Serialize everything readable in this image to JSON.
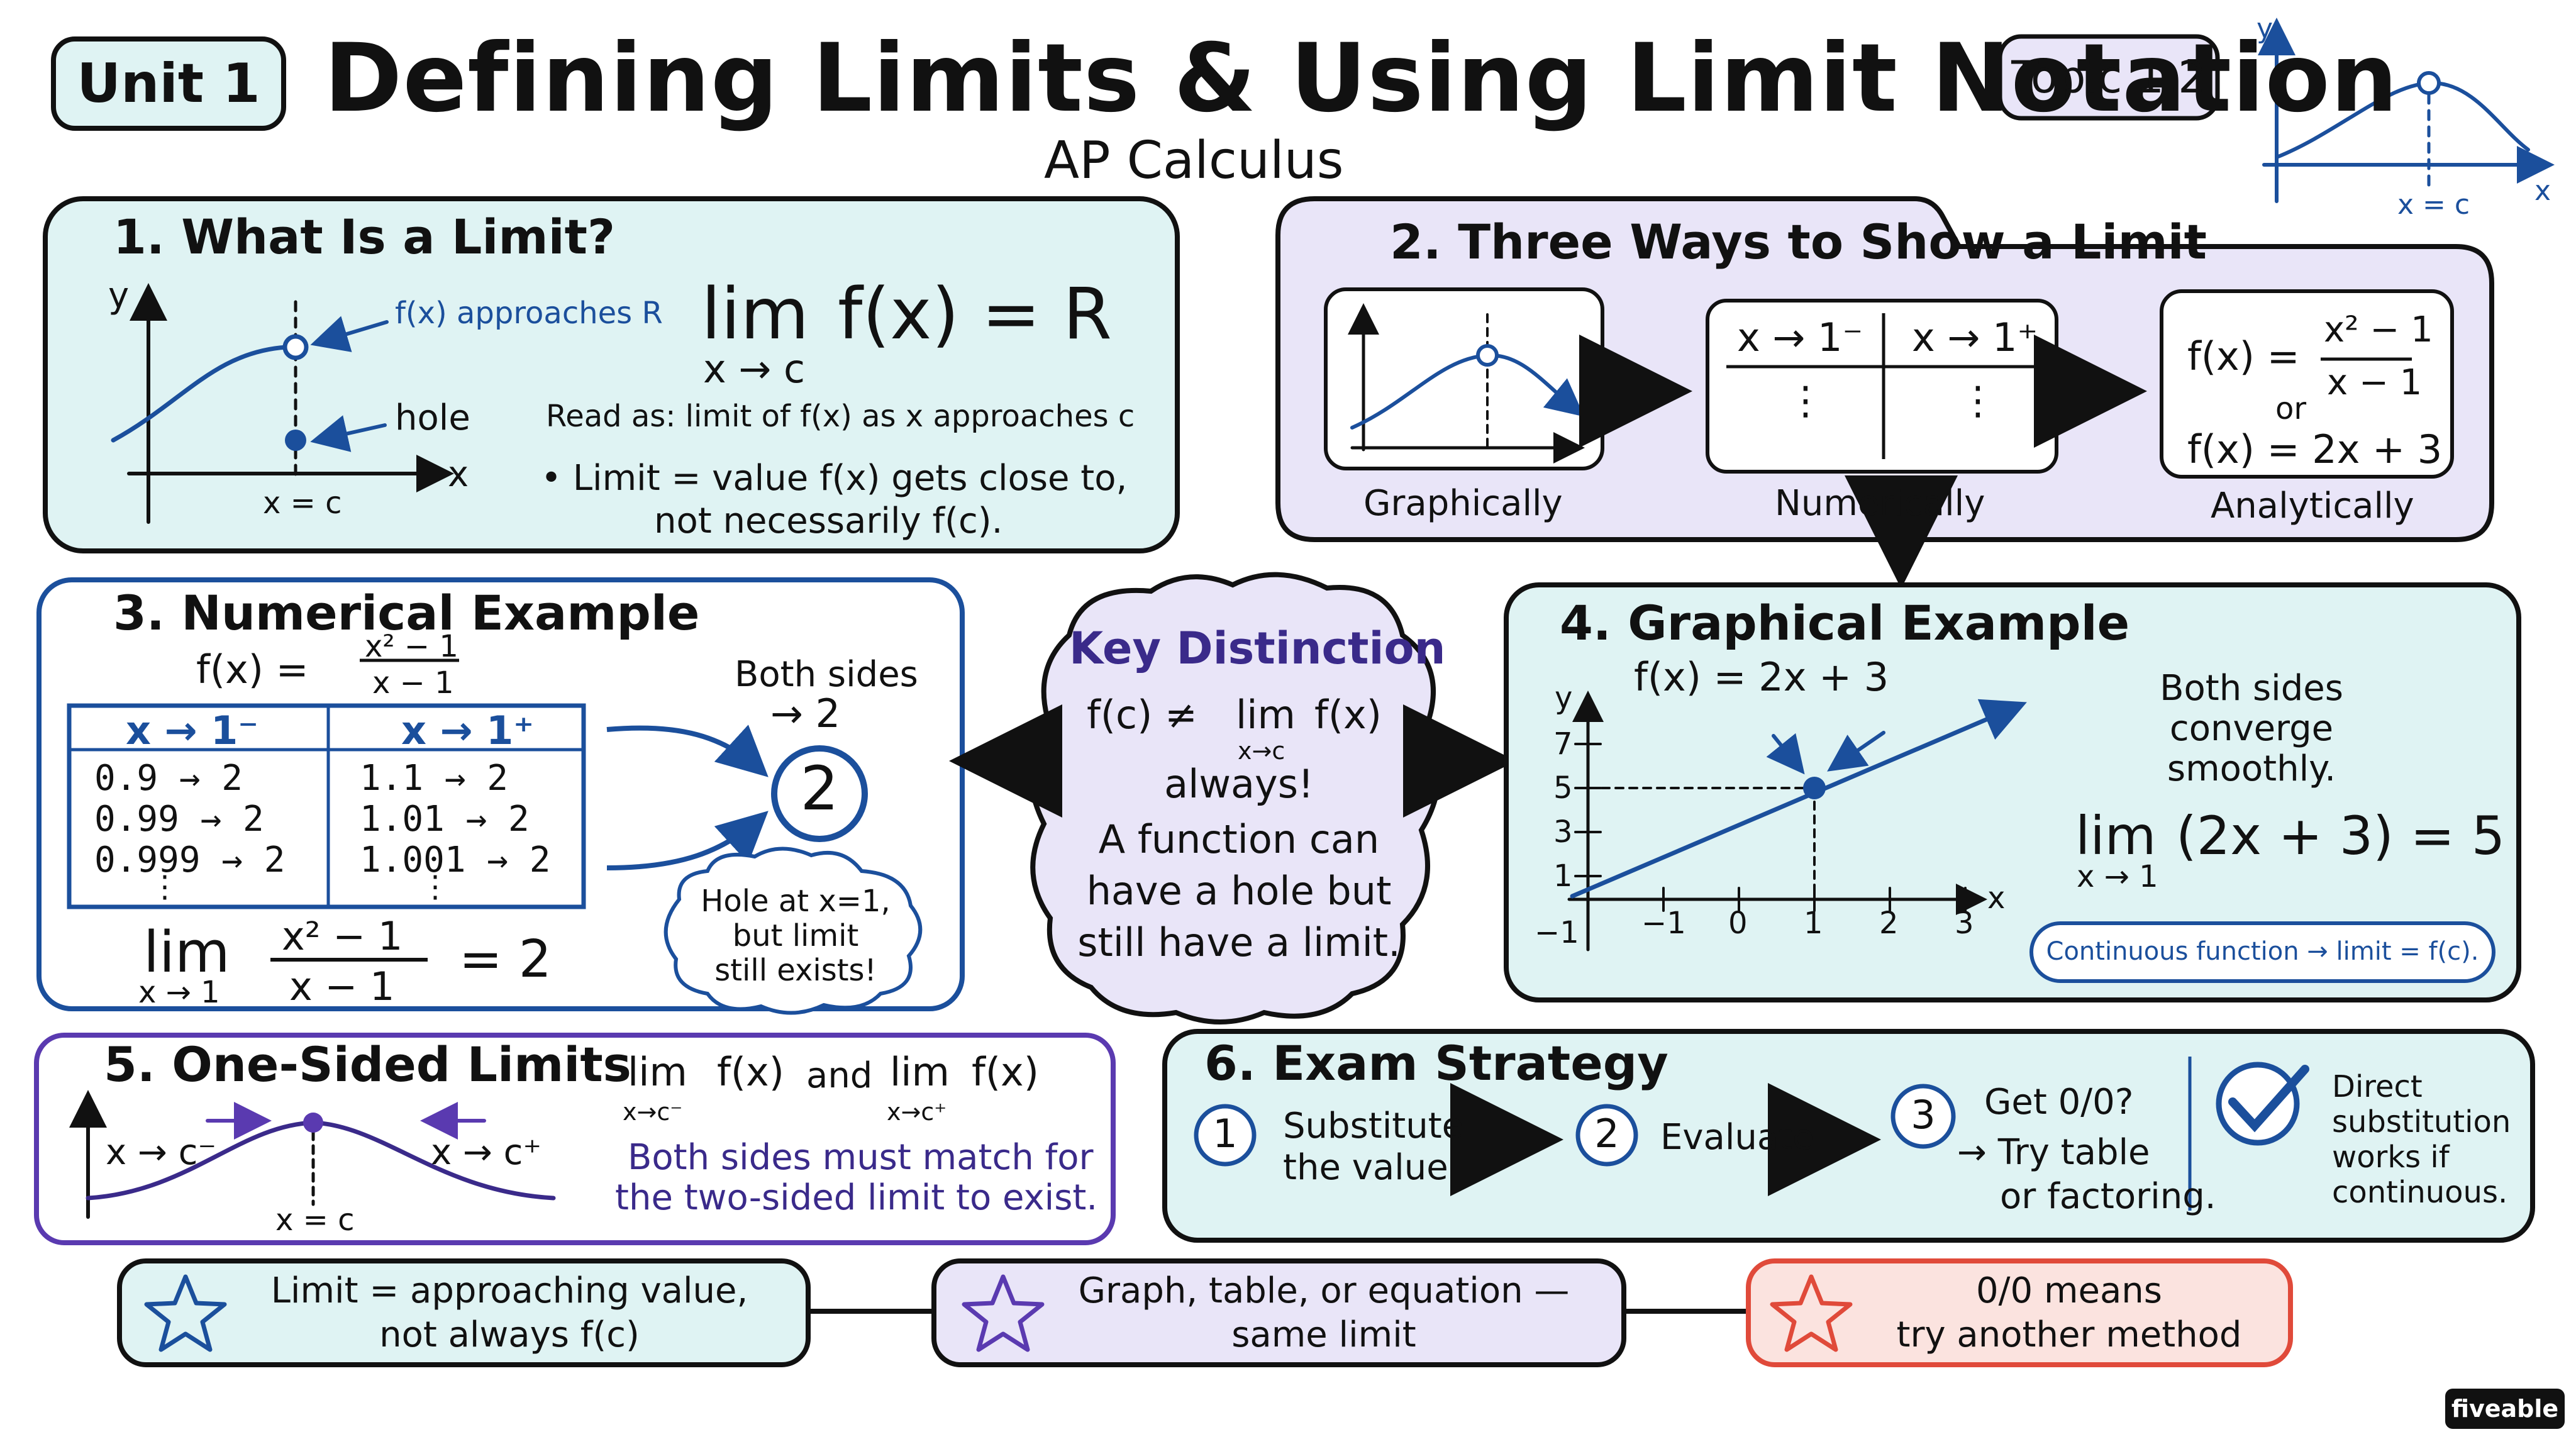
{
  "colors": {
    "aqua": "#dff3f3",
    "lavender": "#e9e5f8",
    "coral": "#fbe3df",
    "blue": "#1b4f9c",
    "purple": "#5a3ab0",
    "red": "#e04a3a",
    "ink": "#111111"
  },
  "header": {
    "unit_badge": "Unit 1",
    "title": "Defining Limits & Using Limit Notation",
    "topic_badge": "Topic 1.2",
    "subtitle": "AP Calculus",
    "corner_graph": {
      "y_label": "y",
      "x_label": "x",
      "c_label": "x = c"
    }
  },
  "s1": {
    "title": "1. What Is a Limit?",
    "y_label": "y",
    "x_label": "x",
    "c_label": "x = c",
    "approach_note": "f(x) approaches R",
    "hole_note": "hole",
    "lim_word": "lim",
    "lim_sub": "x → c",
    "lim_rhs": "f(x) = R",
    "read_as": "Read as: limit of f(x) as x approaches c",
    "bullet_1": "• Limit = value f(x) gets close to,",
    "bullet_2": "not necessarily f(c)."
  },
  "s2": {
    "title": "2. Three Ways to Show a Limit",
    "table_left": "x → 1⁻",
    "table_right": "x → 1⁺",
    "dots": "⋮",
    "eq1_lhs": "f(x) =",
    "eq1_num": "x² − 1",
    "eq1_den": "x − 1",
    "or": "or",
    "eq2": "f(x) = 2x + 3",
    "label_graph": "Graphically",
    "label_num": "Numerically",
    "label_ana": "Analytically"
  },
  "s3": {
    "title": "3. Numerical Example",
    "f_lhs": "f(x) =",
    "f_num": "x² − 1",
    "f_den": "x − 1",
    "col_left": "x → 1⁻",
    "col_right": "x → 1⁺",
    "left_rows": [
      "0.9     → 2",
      "0.99    → 2",
      "0.999  → 2"
    ],
    "right_rows": [
      "1.1      → 2",
      "1.01    → 2",
      "1.001  → 2"
    ],
    "dots": "⋮",
    "both_sides_1": "Both sides",
    "both_sides_2": "→ 2",
    "circle_value": "2",
    "lim_word": "lim",
    "lim_sub": "x → 1",
    "lim_num": "x² − 1",
    "lim_den": "x − 1",
    "lim_rhs": "= 2",
    "cloud_1": "Hole at x=1,",
    "cloud_2": "but limit",
    "cloud_3": "still exists!"
  },
  "key": {
    "title": "Key Distinction",
    "line1_lhs": "f(c) ≠",
    "line1_lim": "lim",
    "line1_sub": "x→c",
    "line1_rhs": "f(x)",
    "always": "always!",
    "line2": "A function can",
    "line3": "have a hole but",
    "line4": "still have a limit."
  },
  "s4": {
    "title": "4. Graphical Example",
    "func": "f(x) = 2x + 3",
    "y_label": "y",
    "x_label": "x",
    "y_ticks": [
      "7",
      "5",
      "3",
      "1",
      "−1"
    ],
    "x_ticks": [
      "−1",
      "0",
      "1",
      "2",
      "3"
    ],
    "note_1": "Both sides",
    "note_2": "converge",
    "note_3": "smoothly.",
    "lim_word": "lim",
    "lim_sub": "x → 1",
    "lim_rhs": "(2x + 3) = 5",
    "pill": "Continuous function → limit = f(c)."
  },
  "s5": {
    "title": "5. One-Sided Limits",
    "left_label": "x → c⁻",
    "right_label": "x → c⁺",
    "c_label": "x = c",
    "lim_word": "lim",
    "sub_left": "x→c⁻",
    "sub_right": "x→c⁺",
    "f1": "f(x)",
    "and": "and",
    "f2": "f(x)",
    "note_1": "Both sides must match for",
    "note_2": "the two-sided limit to exist."
  },
  "s6": {
    "title": "6. Exam Strategy",
    "step1_num": "1",
    "step1_a": "Substitute",
    "step1_b": "the value",
    "step2_num": "2",
    "step2": "Evaluate",
    "step3_num": "3",
    "step3_a": "Get 0/0?",
    "step3_b": "→ Try table",
    "step3_c": "or factoring.",
    "check_1": "Direct",
    "check_2": "substitution",
    "check_3": "works if",
    "check_4": "continuous."
  },
  "footer": {
    "card1_1": "Limit = approaching value,",
    "card1_2": "not always f(c)",
    "card2_1": "Graph, table, or equation —",
    "card2_2": "same limit",
    "card3_1": "0/0 means",
    "card3_2": "try another method",
    "brand": "fiveable"
  }
}
